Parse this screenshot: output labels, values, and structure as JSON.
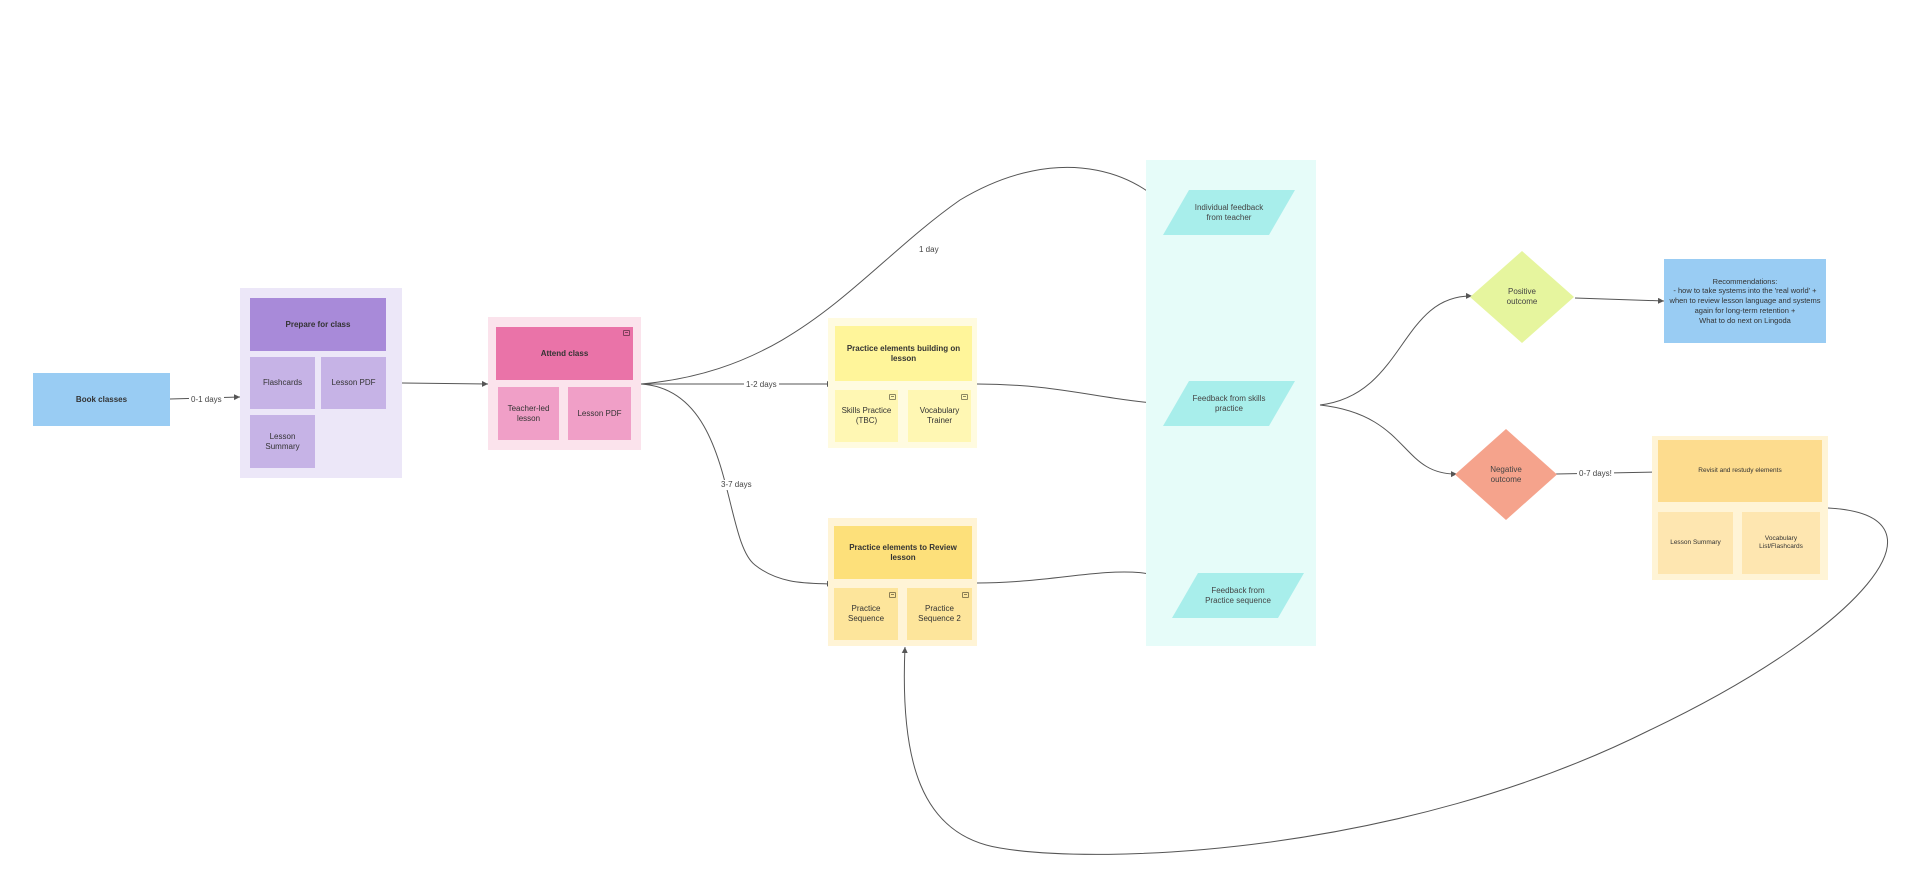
{
  "colors": {
    "blue": "#99ccf3",
    "purple_group": "#ece7f8",
    "purple_header": "#a88ad9",
    "purple_card": "#c6b3e6",
    "pink_group": "#fbe3ec",
    "pink_header": "#ea73a8",
    "pink_card": "#f09fc7",
    "yellow_group": "#fffbe0",
    "yellow_header": "#fff59a",
    "yellow_card": "#fff7b3",
    "gold_group": "#fff4d6",
    "gold_header": "#fde07a",
    "gold_card": "#fde59b",
    "orange_header": "#fddc8e",
    "orange_card": "#fee6b0",
    "teal_band": "#e6fcf9",
    "teal_shape": "#a8eeeb",
    "lime": "#e6f59e",
    "salmon": "#f5a38c",
    "connector": "#555555"
  },
  "nodes": {
    "book_classes": "Book classes",
    "prepare": {
      "title": "Prepare for class",
      "flashcards": "Flashcards",
      "lesson_pdf": "Lesson PDF",
      "lesson_summary": "Lesson Summary"
    },
    "attend": {
      "title": "Attend class",
      "teacher_led": "Teacher-led\nlesson",
      "lesson_pdf": "Lesson PDF"
    },
    "practice_building": {
      "title": "Practice elements building on lesson",
      "skills": "Skills Practice\n(TBC)",
      "vocab": "Vocabulary\nTrainer"
    },
    "practice_review": {
      "title": "Practice elements to Review lesson",
      "seq1": "Practice\nSequence",
      "seq2": "Practice\nSequence 2"
    },
    "feedback_teacher": "Individual feedback\nfrom teacher",
    "feedback_skills": "Feedback from skills\npractice",
    "feedback_sequence": "Feedback from\nPractice sequence",
    "positive": "Positive\noutcome",
    "negative": "Negative\noutcome",
    "recommendations": "Recommendations:\n- how to take systems into the 'real world' +\nwhen to review lesson language and systems\nagain for long-term retention +\nWhat to do next on Lingoda",
    "revisit": {
      "title": "Revisit and restudy elements",
      "summary": "Lesson Summary",
      "vocab_list": "Vocabulary List/Flashcards"
    }
  },
  "edges": {
    "book_to_prepare": "0-1 days",
    "attend_to_teacher": "1 day",
    "attend_to_building": "1-2 days",
    "attend_to_review": "3-7 days",
    "negative_to_revisit": "0-7 days!"
  }
}
